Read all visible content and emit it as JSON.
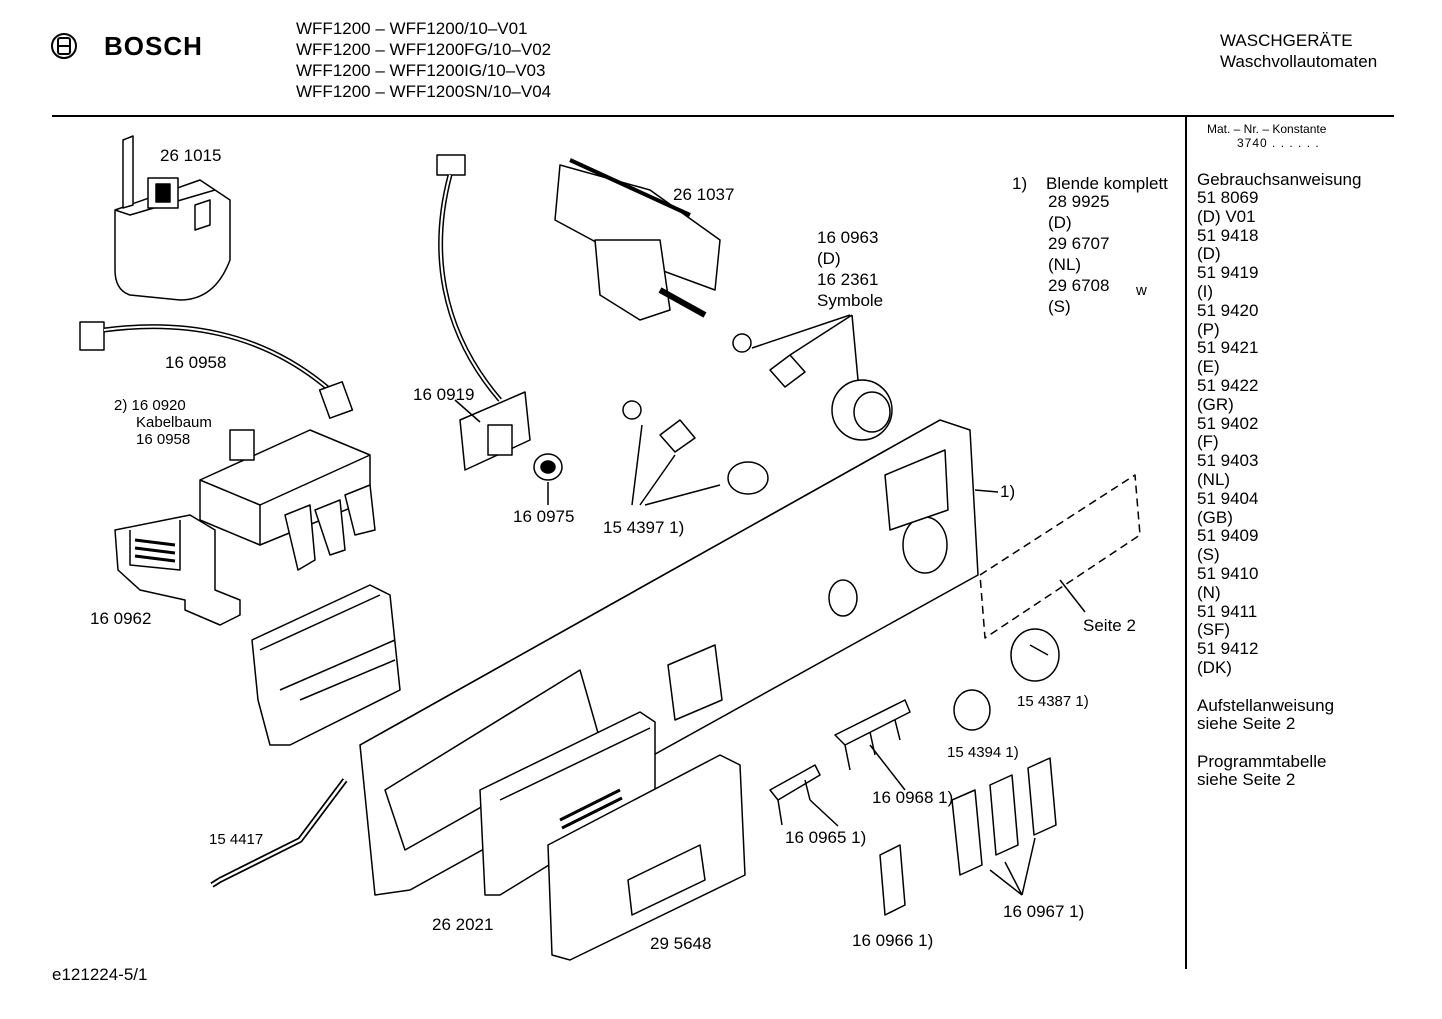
{
  "header": {
    "brand": "BOSCH",
    "models": [
      "WFF1200 – WFF1200/10–V01",
      "WFF1200 – WFF1200FG/10–V02",
      "WFF1200 – WFF1200IG/10–V03",
      "WFF1200 – WFF1200SN/10–V04"
    ],
    "category_line1": "WASCHGERÄTE",
    "category_line2": "Waschvollautomaten"
  },
  "sidebar": {
    "mat_label": "Mat. – Nr. – Konstante",
    "mat_value": "3740 . . . . . .",
    "manual_title": "Gebrauchsanweisung",
    "manual_lines": [
      "51 8069",
      "(D) V01",
      "51 9418",
      "(D)",
      "51 9419",
      "(I)",
      "51 9420",
      "(P)",
      "51 9421",
      "(E)",
      "51 9422",
      "(GR)",
      "51 9402",
      "(F)",
      "51 9403",
      "(NL)",
      "51 9404",
      "(GB)",
      "51 9409",
      "(S)",
      "51 9410",
      "(N)",
      "51 9411",
      "(SF)",
      "51 9412",
      "(DK)"
    ],
    "setup_line1": "Aufstellanweisung",
    "setup_line2": "siehe Seite 2",
    "program_line1": "Programmtabelle",
    "program_line2": "siehe Seite 2"
  },
  "labels": {
    "p261015": "26 1015",
    "p160958a": "16 0958",
    "p160920": "2) 16 0920",
    "kabelbaum": "Kabelbaum",
    "p160958b": "16 0958",
    "p160962": "16 0962",
    "p160919": "16 0919",
    "p160975": "16 0975",
    "p261037": "26 1037",
    "p160963": "16 0963",
    "d1": "(D)",
    "p162361": "16 2361",
    "symbole": "Symbole",
    "p154397": "15 4397 1)",
    "note1_num": "1)",
    "note1_title": "Blende komplett",
    "note1_lines": [
      "28 9925",
      "(D)",
      "29 6707",
      "(NL)",
      "29 6708",
      "(S)"
    ],
    "note1_w": "w",
    "panel_ref": "1)",
    "seite2": "Seite 2",
    "p154387": "15 4387 1)",
    "p154394": "15 4394 1)",
    "p160968": "16 0968 1)",
    "p160965": "16 0965 1)",
    "p160966": "16 0966 1)",
    "p160967": "16 0967 1)",
    "p154417": "15 4417",
    "p262021": "26 2021",
    "p295648": "29 5648"
  },
  "footer": {
    "code": "e121224-5/1"
  }
}
